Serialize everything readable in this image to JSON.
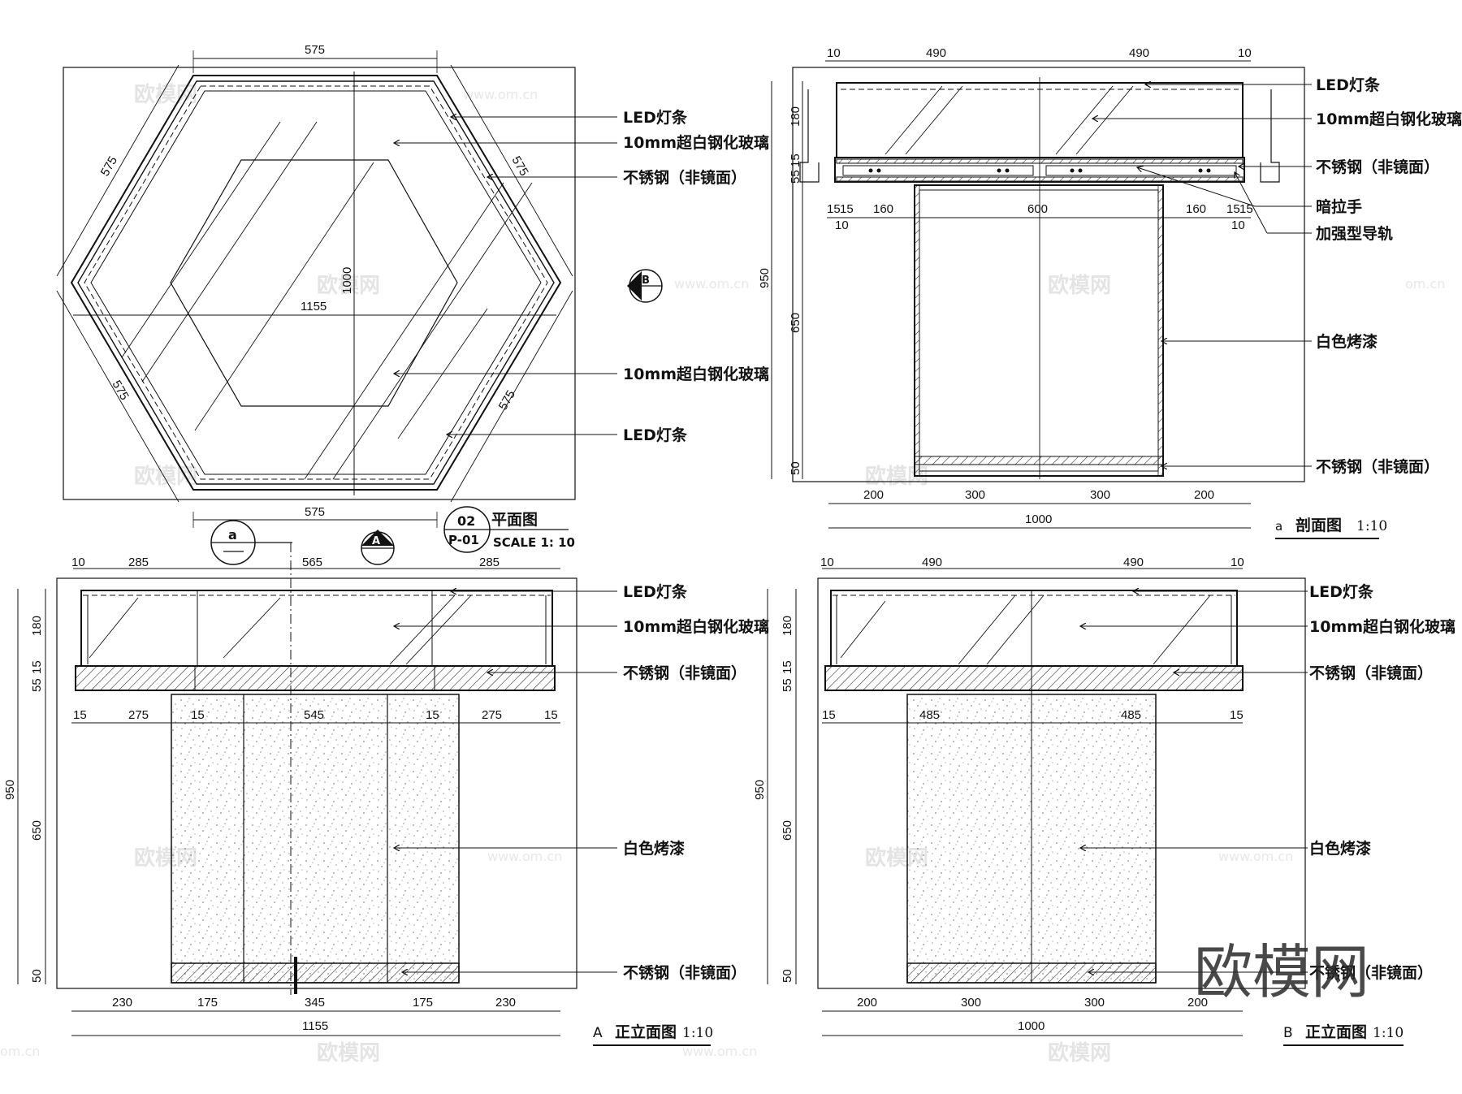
{
  "labels": {
    "led": "LED灯条",
    "glass": "10mm超白钢化玻璃",
    "steel": "不锈钢（非镜面）",
    "handle": "暗拉手",
    "rail": "加强型导轨",
    "paint": "白色烤漆"
  },
  "titles": {
    "plan_num": "02",
    "plan_name": "平面图",
    "plan_sheet": "P-01",
    "plan_scale": "SCALE  1: 10",
    "section_mark": "a",
    "section_name": "剖面图",
    "section_scale": "1:10",
    "elevA_mark": "A",
    "elevA_name": "正立面图",
    "elevA_scale": "1:10",
    "elevB_mark": "B",
    "elevB_name": "正立面图",
    "elevB_scale": "1:10",
    "callout_a": "a",
    "callout_A": "A",
    "callout_B": "B"
  },
  "dims": {
    "plan": {
      "top": "575",
      "upper_left": "575",
      "upper_right": "575",
      "lower_left": "575",
      "lower_right": "575",
      "bottom": "575",
      "width": "1155",
      "depth": "1000"
    },
    "section": {
      "t1": "10",
      "t2": "490",
      "t3": "490",
      "t4": "10",
      "h180": "180",
      "h15a": "15",
      "h55": "55",
      "h950": "950",
      "h650": "650",
      "h50": "50",
      "m1": "15",
      "m2": "15",
      "m3": "160",
      "m4": "600",
      "m5": "160",
      "m6": "15",
      "m7": "15",
      "m8": "10",
      "m9": "10",
      "b1": "200",
      "b2": "300",
      "b3": "300",
      "b4": "200",
      "btotal": "1000"
    },
    "elevA": {
      "t1": "10",
      "t2": "285",
      "t3": "565",
      "t4": "285",
      "h180": "180",
      "h15a": "15",
      "h55": "55",
      "h950": "950",
      "h650": "650",
      "h50": "50",
      "m1": "15",
      "m2": "275",
      "m3": "15",
      "m4": "545",
      "m5": "15",
      "m6": "275",
      "m7": "15",
      "b1": "230",
      "b2": "175",
      "b3": "345",
      "b4": "175",
      "b5": "230",
      "btotal": "1155"
    },
    "elevB": {
      "t1": "10",
      "t2": "490",
      "t3": "490",
      "t4": "10",
      "h180": "180",
      "h15a": "15",
      "h55": "55",
      "h950": "950",
      "h650": "650",
      "h50": "50",
      "m1": "15",
      "m2": "485",
      "m3": "485",
      "m4": "15",
      "b1": "200",
      "b2": "300",
      "b3": "300",
      "b4": "200",
      "btotal": "1000"
    }
  },
  "watermark": {
    "brand": "欧模网",
    "url": "www.om.cn",
    "url_edge": "om.cn"
  }
}
